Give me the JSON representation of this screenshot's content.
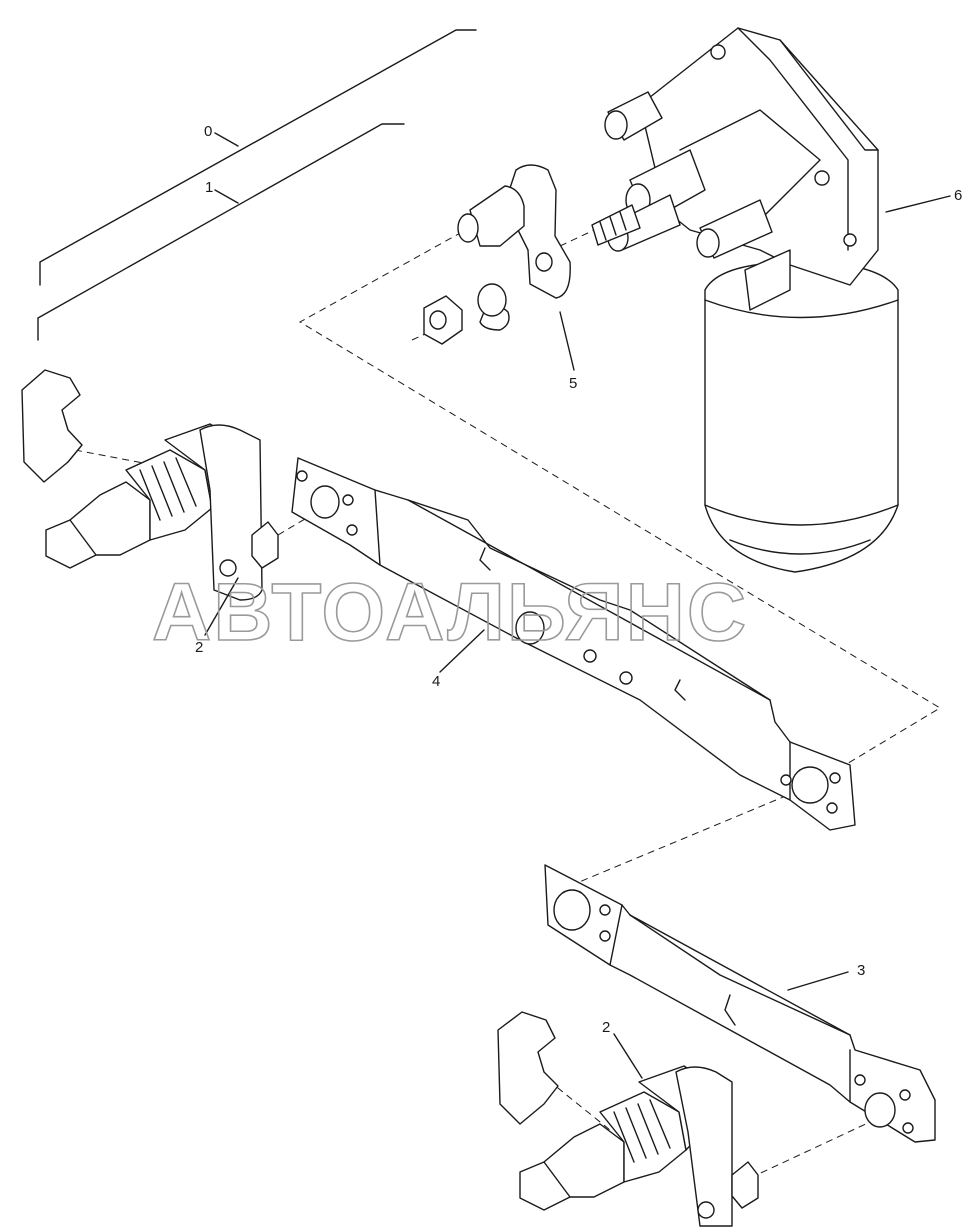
{
  "watermark": "АВТОАЛЬЯНС",
  "callouts": {
    "c0": "0",
    "c1": "1",
    "c2a": "2",
    "c2b": "2",
    "c3": "3",
    "c4": "4",
    "c5": "5",
    "c6": "6"
  }
}
